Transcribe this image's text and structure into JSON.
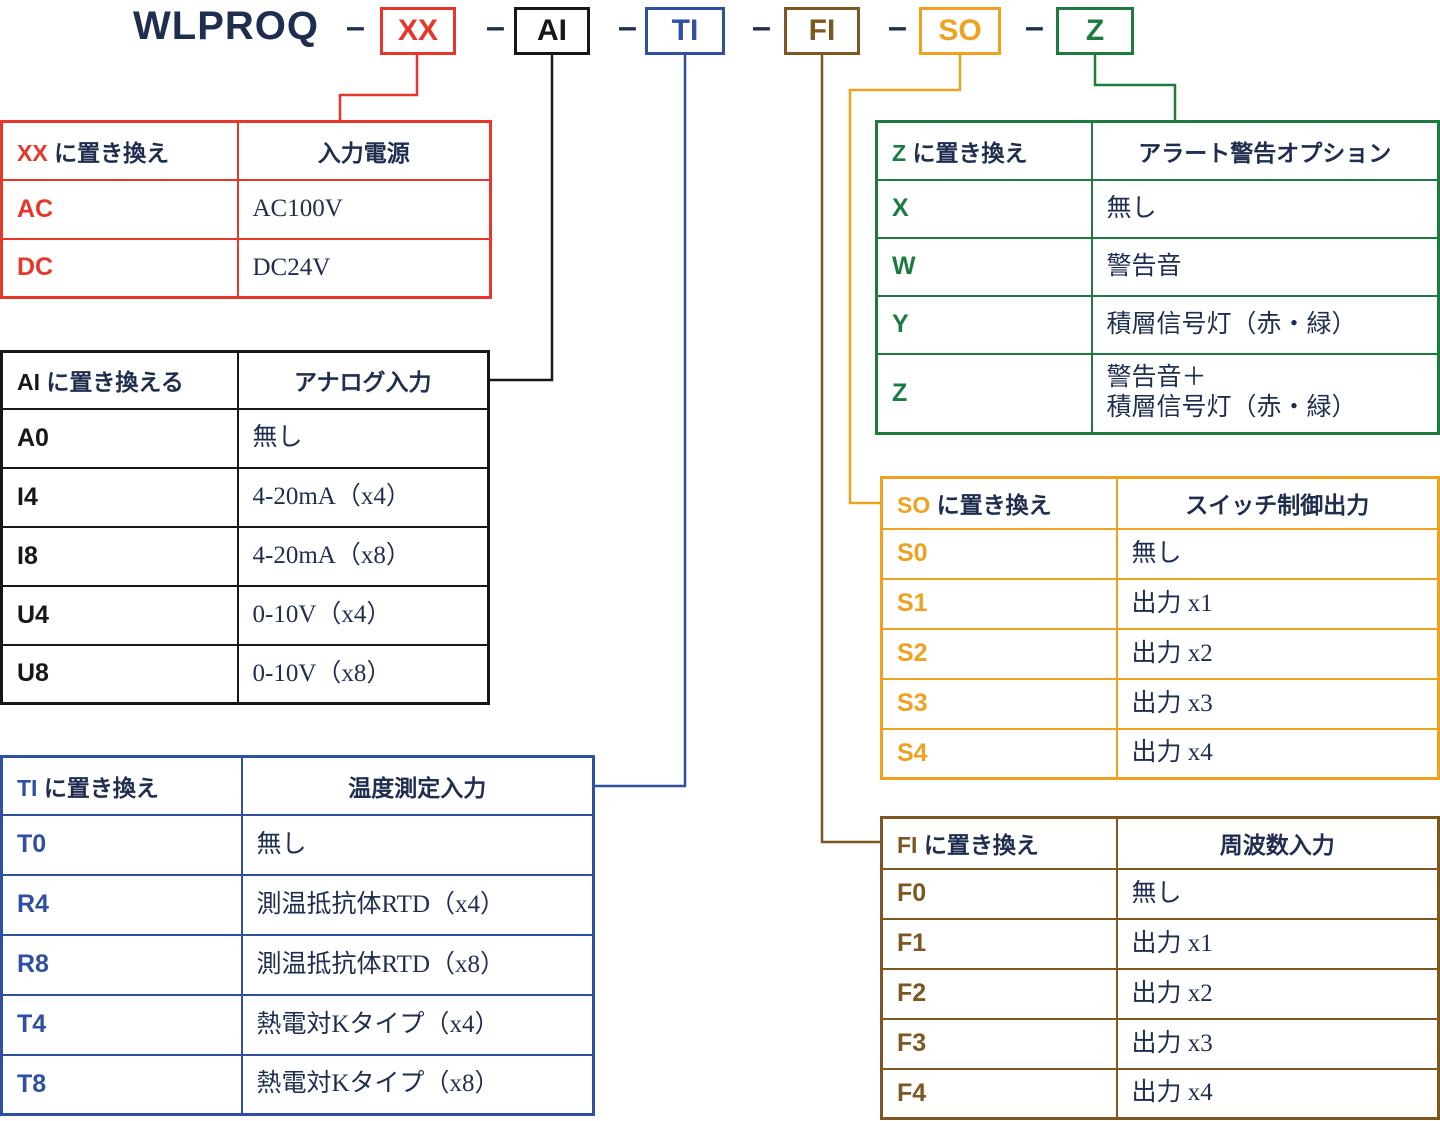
{
  "title": {
    "prefix": "WLPROQ",
    "dash": "–",
    "segments": [
      {
        "code": "XX",
        "color": "#e8362b"
      },
      {
        "code": "AI",
        "color": "#17171a"
      },
      {
        "code": "TI",
        "color": "#2f4fa2"
      },
      {
        "code": "FI",
        "color": "#7d5620"
      },
      {
        "code": "SO",
        "color": "#efa11f"
      },
      {
        "code": "Z",
        "color": "#1e7b40"
      }
    ]
  },
  "tables": [
    {
      "name": "input-power",
      "color": "#e8362b",
      "code": "XX",
      "suffix": " に置き換え",
      "label": "入力電源",
      "rows": [
        {
          "code": "AC",
          "desc": "AC100V"
        },
        {
          "code": "DC",
          "desc": "DC24V"
        }
      ]
    },
    {
      "name": "analog-input",
      "color": "#17171a",
      "code": "AI",
      "suffix": " に置き換える",
      "label": "アナログ入力",
      "rows": [
        {
          "code": "A0",
          "desc": "無し"
        },
        {
          "code": "I4",
          "desc": "4-20mA（x4）"
        },
        {
          "code": "I8",
          "desc": "4-20mA（x8）"
        },
        {
          "code": "U4",
          "desc": "0-10V（x4）"
        },
        {
          "code": "U8",
          "desc": "0-10V（x8）"
        }
      ]
    },
    {
      "name": "temperature-input",
      "color": "#2f4fa2",
      "code": "TI",
      "suffix": " に置き換え",
      "label": "温度測定入力",
      "rows": [
        {
          "code": "T0",
          "desc": "無し"
        },
        {
          "code": "R4",
          "desc": "測温抵抗体RTD（x4）"
        },
        {
          "code": "R8",
          "desc": "測温抵抗体RTD（x8）"
        },
        {
          "code": "T4",
          "desc": "熱電対Kタイプ（x4）"
        },
        {
          "code": "T8",
          "desc": "熱電対Kタイプ（x8）"
        }
      ]
    },
    {
      "name": "alert-option",
      "color": "#1e7b40",
      "code": "Z",
      "suffix": " に置き換え",
      "label": "アラート警告オプション",
      "rows": [
        {
          "code": "X",
          "desc": "無し"
        },
        {
          "code": "W",
          "desc": "警告音"
        },
        {
          "code": "Y",
          "desc": "積層信号灯（赤・緑）"
        },
        {
          "code": "Z",
          "desc": "警告音＋\n積層信号灯（赤・緑）"
        }
      ]
    },
    {
      "name": "switch-output",
      "color": "#efa11f",
      "code": "SO",
      "suffix": " に置き換え",
      "label": "スイッチ制御出力",
      "rows": [
        {
          "code": "S0",
          "desc": "無し"
        },
        {
          "code": "S1",
          "desc": "出力 x1"
        },
        {
          "code": "S2",
          "desc": "出力 x2"
        },
        {
          "code": "S3",
          "desc": "出力 x3"
        },
        {
          "code": "S4",
          "desc": "出力 x4"
        }
      ]
    },
    {
      "name": "frequency-input",
      "color": "#7d5620",
      "code": "FI",
      "suffix": " に置き換え",
      "label": "周波数入力",
      "rows": [
        {
          "code": "F0",
          "desc": "無し"
        },
        {
          "code": "F1",
          "desc": "出力 x1"
        },
        {
          "code": "F2",
          "desc": "出力 x2"
        },
        {
          "code": "F3",
          "desc": "出力 x3"
        },
        {
          "code": "F4",
          "desc": "出力 x4"
        }
      ]
    }
  ]
}
